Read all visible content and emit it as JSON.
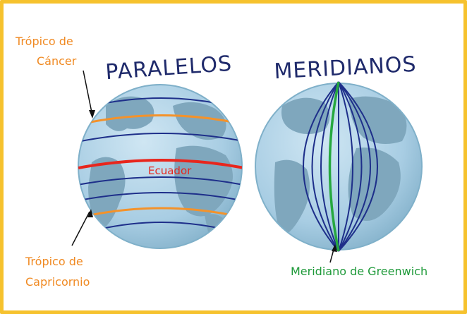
{
  "titles": {
    "left": "PARALELOS",
    "right": "MERIDIANOS"
  },
  "labels": {
    "tropic_cancer_1": "Trópico de",
    "tropic_cancer_2": "Cáncer",
    "equator": "Ecuador",
    "tropic_capricorn_1": "Trópico de",
    "tropic_capricorn_2": "Capricornio",
    "greenwich": "Meridiano de Greenwich"
  },
  "colors": {
    "frame": "#f6c22e",
    "ocean": "#a9cfe6",
    "land": "#7fa7bd",
    "parallel": "#1e2f8a",
    "tropic": "#f4922a",
    "equator": "#e8261d",
    "greenwich": "#26a83f"
  }
}
